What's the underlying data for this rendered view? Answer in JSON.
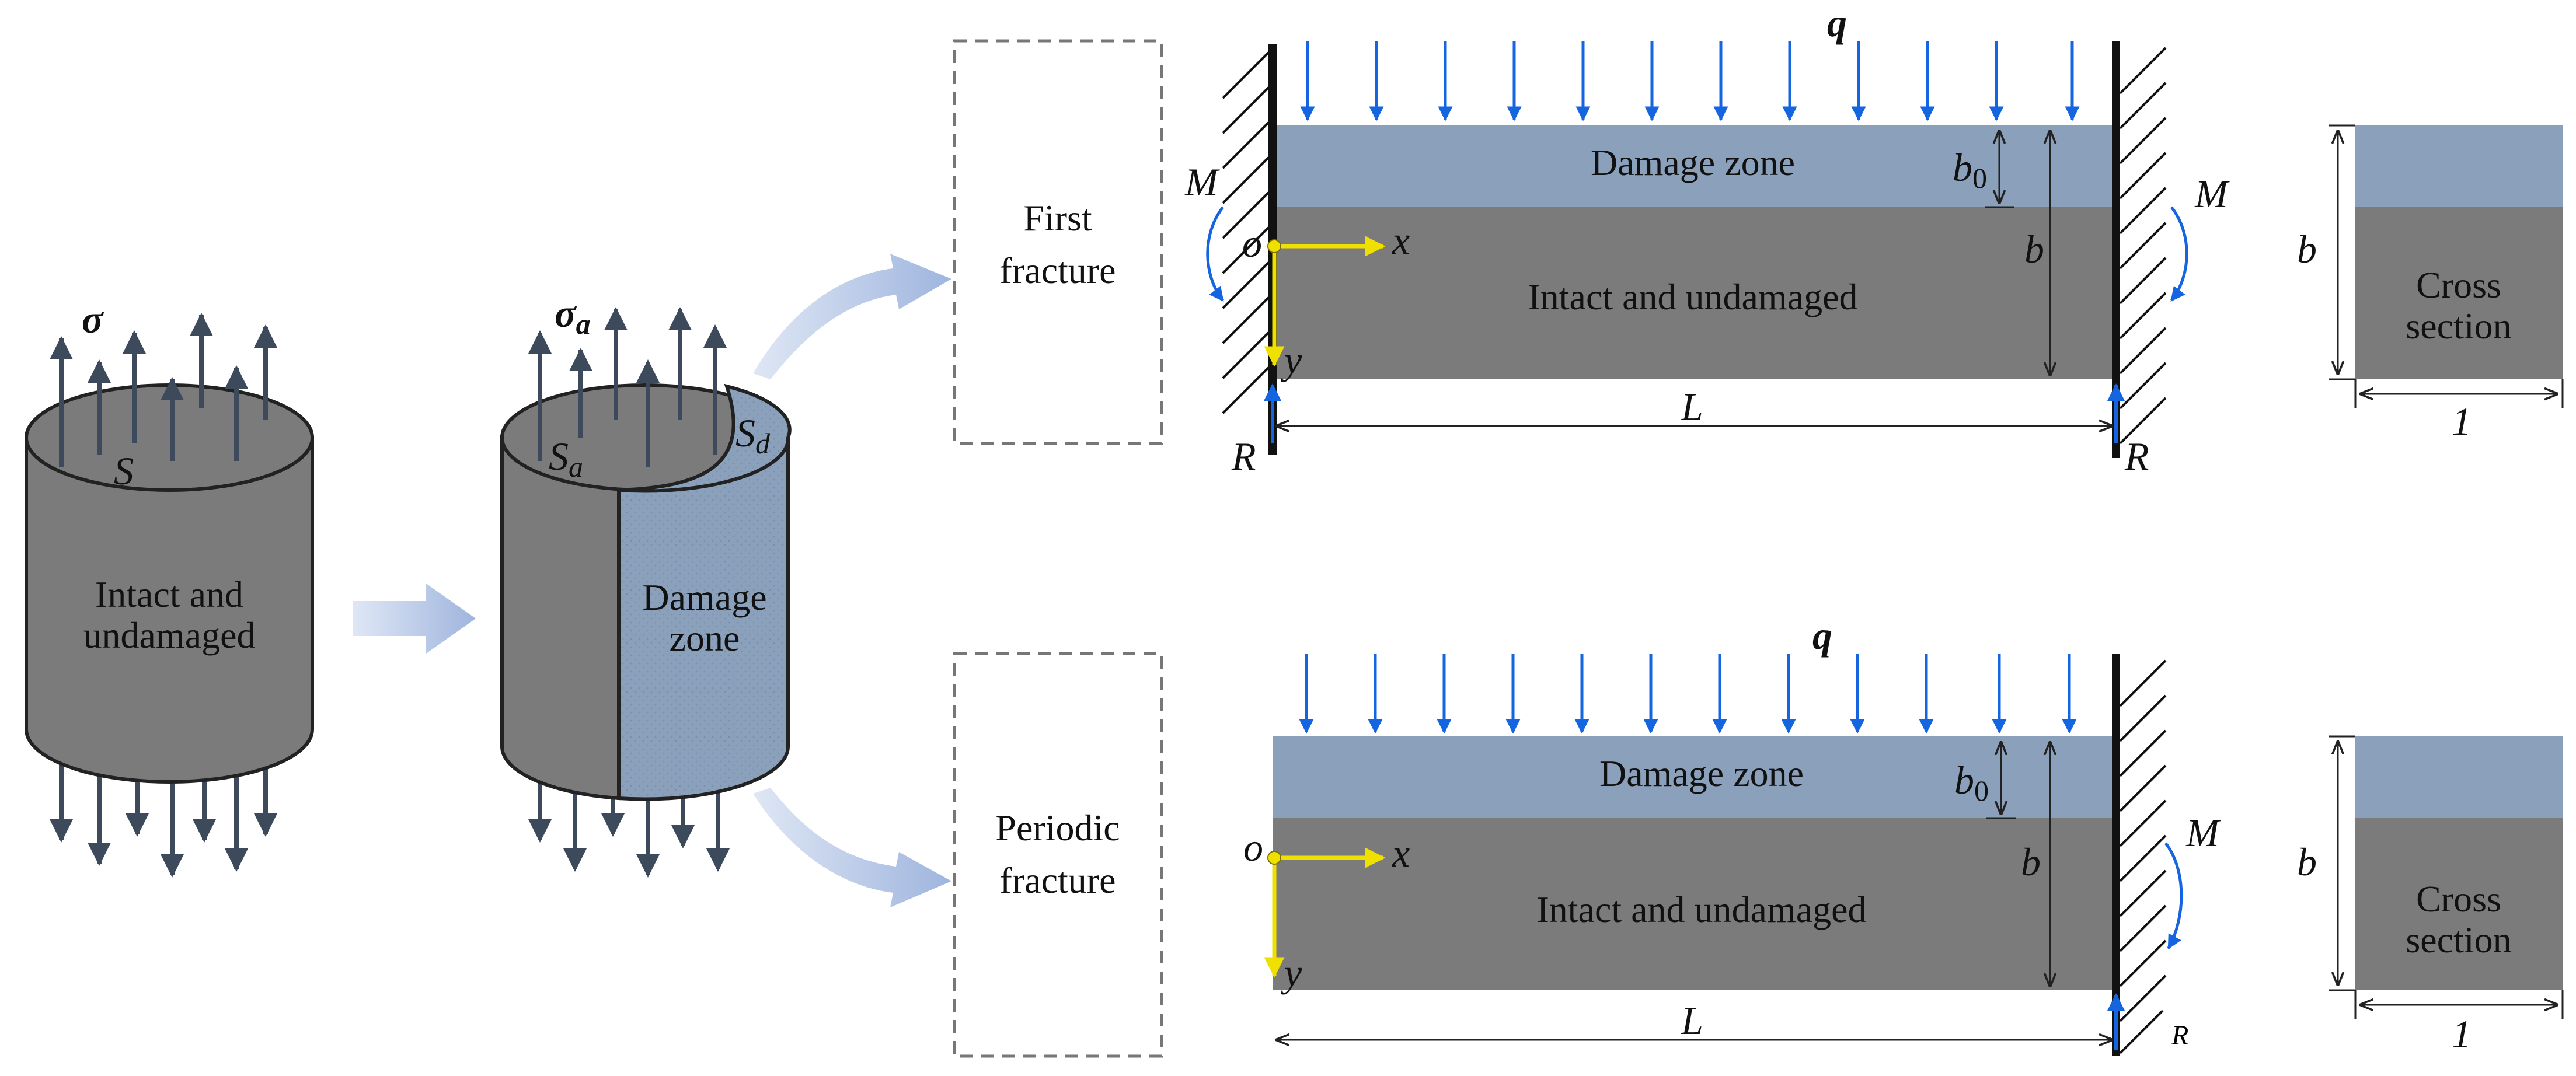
{
  "colors": {
    "intact": "#7b7b7b",
    "damage": "#8aa0bb",
    "stress_arrow": "#3d4a5c",
    "load_arrow": "#1565e0",
    "axis": "#f0e000",
    "wall": "#111111",
    "flow_arrow": "#9fb5de"
  },
  "cylinder1": {
    "stress": "σ",
    "area": "S",
    "body_label_1": "Intact and",
    "body_label_2": "undamaged"
  },
  "cylinder2": {
    "stress": "σ",
    "stress_sub": "a",
    "area_a": "S",
    "area_a_sub": "a",
    "area_d": "S",
    "area_d_sub": "d",
    "damage_label_1": "Damage",
    "damage_label_2": "zone"
  },
  "box_first": {
    "line1": "First",
    "line2": "fracture"
  },
  "box_periodic": {
    "line1": "Periodic",
    "line2": "fracture"
  },
  "beam_top": {
    "load": "q",
    "damage_zone": "Damage zone",
    "intact": "Intact and undamaged",
    "b0": "b",
    "b0_sub": "0",
    "b": "b",
    "moment_left": "M",
    "moment_right": "M",
    "origin": "o",
    "x_axis": "x",
    "y_axis": "y",
    "length": "L",
    "reaction_left": "R",
    "reaction_right": "R"
  },
  "beam_bottom": {
    "load": "q",
    "damage_zone": "Damage zone",
    "intact": "Intact and undamaged",
    "b0": "b",
    "b0_sub": "0",
    "b": "b",
    "moment_right": "M",
    "origin": "o",
    "x_axis": "x",
    "y_axis": "y",
    "length": "L",
    "reaction_right": "R"
  },
  "cross_top": {
    "b": "b",
    "width": "1",
    "line1": "Cross",
    "line2": "section"
  },
  "cross_bottom": {
    "b": "b",
    "width": "1",
    "line1": "Cross",
    "line2": "section"
  }
}
